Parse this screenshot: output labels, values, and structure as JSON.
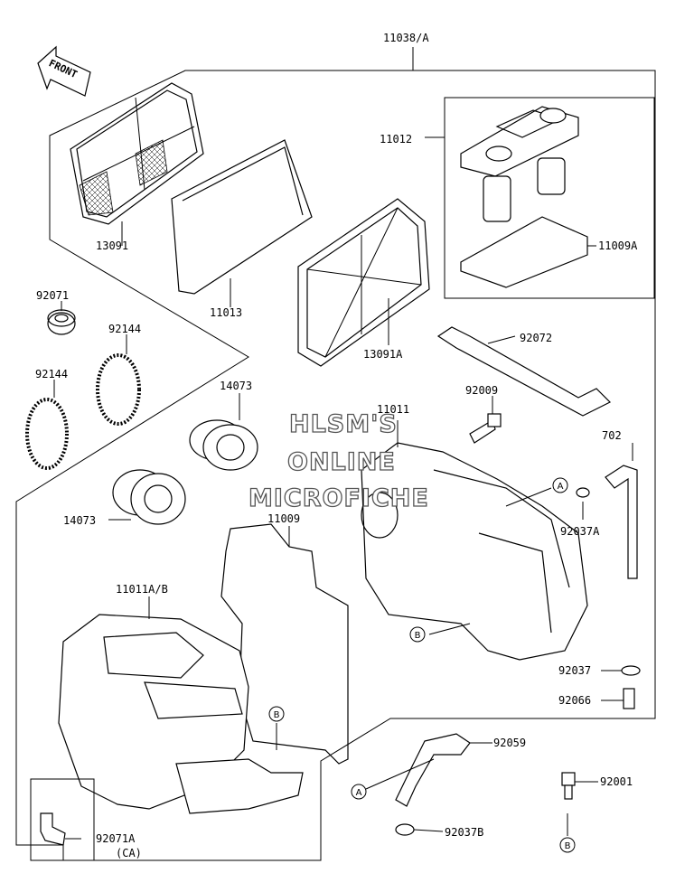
{
  "front_arrow": {
    "label": "FRONT"
  },
  "watermark": {
    "line1": "HLSM'S",
    "line2": "ONLINE",
    "line3": "MICROFICHE"
  },
  "labels": {
    "l11038A": "11038/A",
    "l11012": "11012",
    "l11009A": "11009A",
    "l13091": "13091",
    "l11013": "11013",
    "l13091A": "13091A",
    "l92071": "92071",
    "l92144a": "92144",
    "l92144b": "92144",
    "l14073a": "14073",
    "l14073b": "14073",
    "l92072": "92072",
    "l92009": "92009",
    "l11011": "11011",
    "l702": "702",
    "l11009": "11009",
    "l92037A": "92037A",
    "l11011AB": "11011A/B",
    "l92037": "92037",
    "l92066": "92066",
    "l92059": "92059",
    "l92001": "92001",
    "l92037B": "92037B",
    "l92071A": "92071A",
    "lCA": "(CA)"
  },
  "refs": {
    "a1": "A",
    "b1": "B",
    "b2": "B",
    "a2": "A",
    "b3": "B"
  }
}
